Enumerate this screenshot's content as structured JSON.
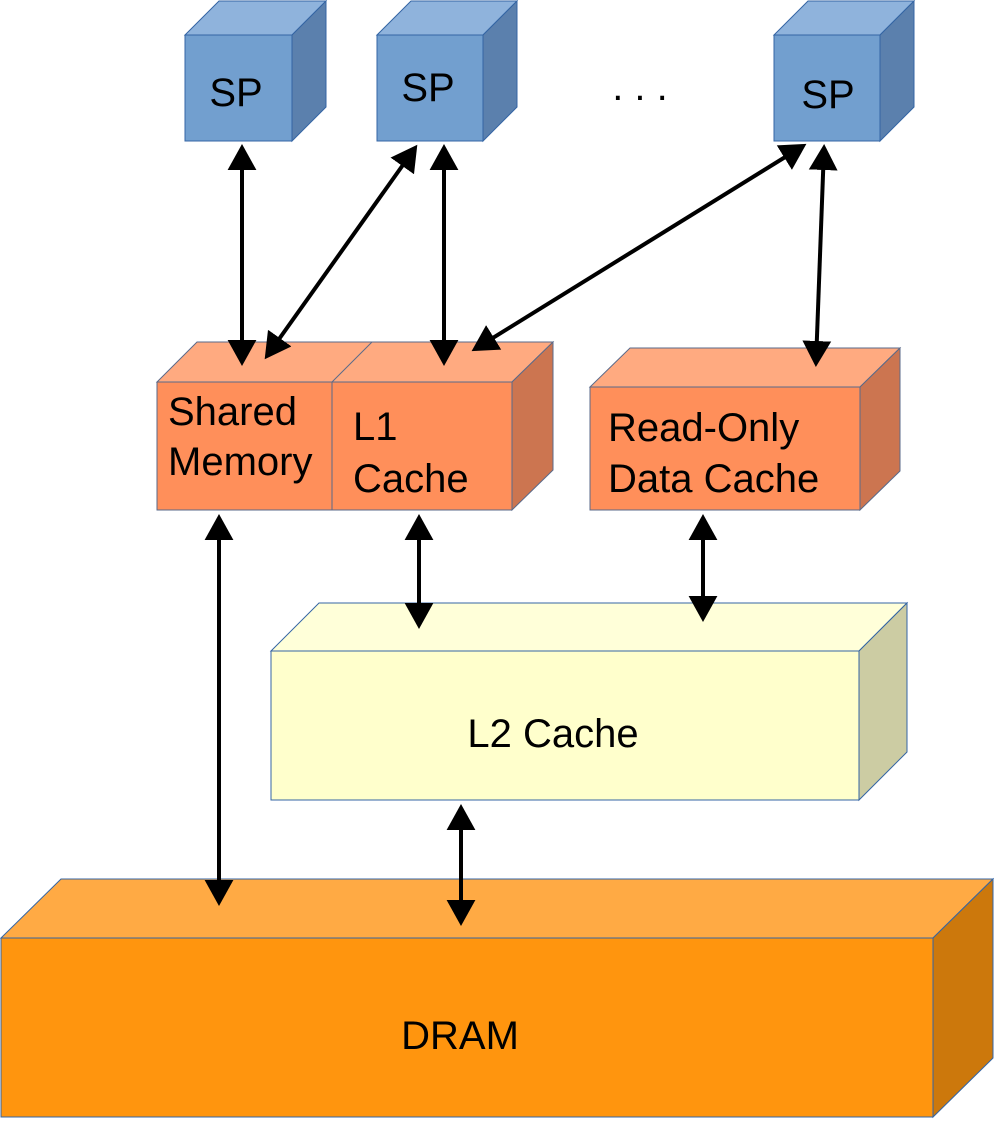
{
  "diagram": {
    "processors": [
      {
        "label": "SP"
      },
      {
        "label": "SP"
      },
      {
        "label": "SP"
      }
    ],
    "ellipsis": ". . .",
    "shared_memory": {
      "line1": "Shared",
      "line2": "Memory"
    },
    "l1_cache": {
      "line1": "L1",
      "line2": "Cache"
    },
    "readonly_cache": {
      "line1": "Read-Only",
      "line2": "Data Cache"
    },
    "l2_cache": {
      "label": "L2 Cache"
    },
    "dram": {
      "label": "DRAM"
    }
  },
  "colors": {
    "sp_front": "#729fcf",
    "sp_top": "#8fb3dc",
    "sp_side": "#5b80ad",
    "cache_front": "#ff8f5a",
    "cache_top": "#ffaa80",
    "cache_side": "#cc7550",
    "l2_front": "#ffffcc",
    "l2_top": "#ffffd9",
    "l2_side": "#cccca3",
    "dram_front": "#ff950e",
    "dram_top": "#ffaa44",
    "dram_side": "#cc780c"
  }
}
